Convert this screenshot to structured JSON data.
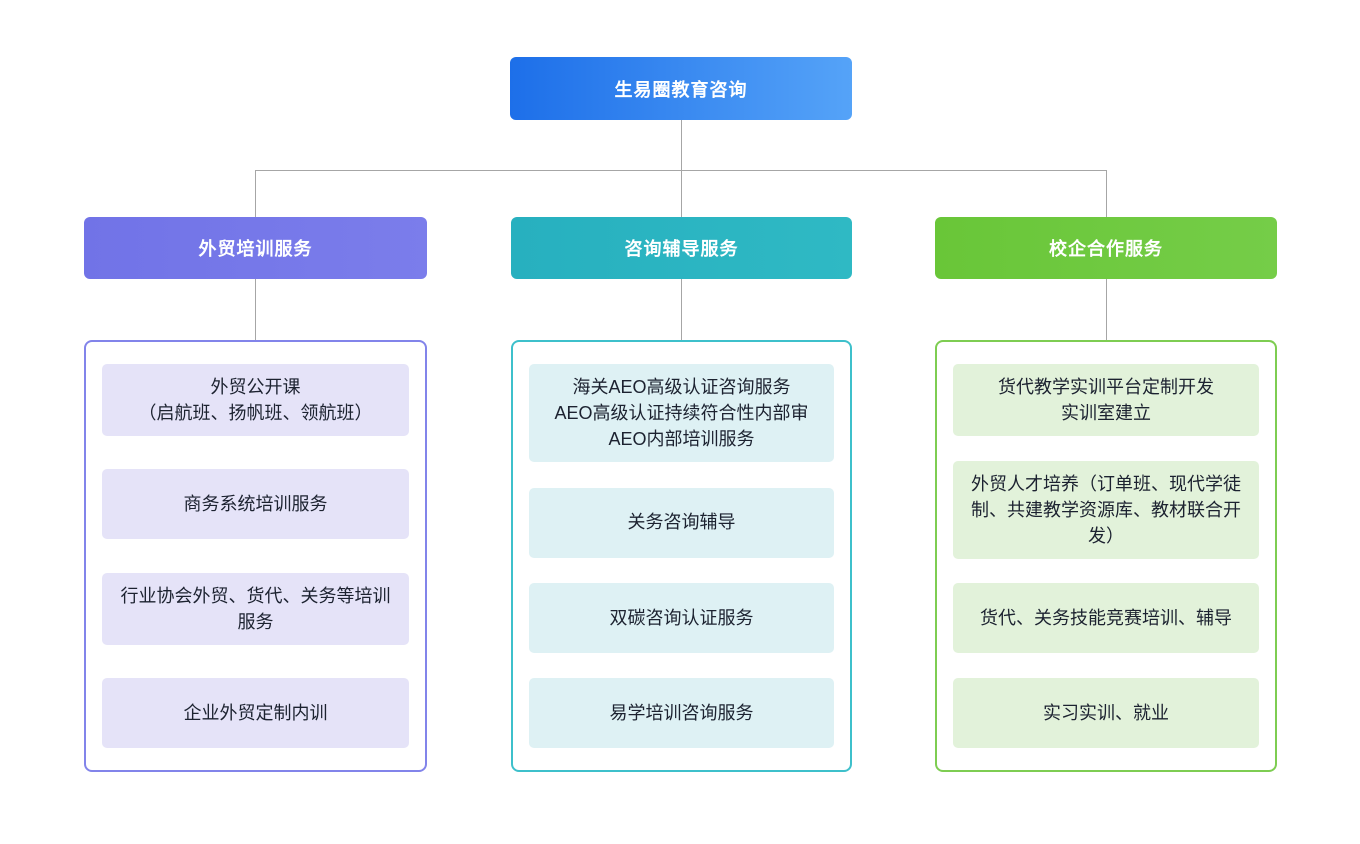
{
  "root": {
    "label": "生易圈教育咨询"
  },
  "branches": [
    {
      "label": "外贸培训服务",
      "items": [
        "外贸公开课\n（启航班、扬帆班、领航班）",
        "商务系统培训服务",
        "行业协会外贸、货代、关务等培训服务",
        "企业外贸定制内训"
      ]
    },
    {
      "label": "咨询辅导服务",
      "items": [
        "海关AEO高级认证咨询服务\nAEO高级认证持续符合性内部审\nAEO内部培训服务",
        "关务咨询辅导",
        "双碳咨询认证服务",
        "易学培训咨询服务"
      ]
    },
    {
      "label": "校企合作服务",
      "items": [
        "货代教学实训平台定制开发\n实训室建立",
        "外贸人才培养（订单班、现代学徒制、共建教学资源库、教材联合开发）",
        "货代、关务技能竞赛培训、辅导",
        "实习实训、就业"
      ]
    }
  ],
  "colors": {
    "root_grad_start": "#1d6fe9",
    "root_grad_end": "#55a3f8",
    "branch1": "#7678e9",
    "bran2_placeholder": "",
    "branch2": "#2ab4c1",
    "branch3": "#6ec93f",
    "branch1_light": "#e5e3f8",
    "branch2_light": "#def1f4",
    "branch3_light": "#e2f2da",
    "connector": "#a6a6a6",
    "text_dark": "#1c2230"
  }
}
